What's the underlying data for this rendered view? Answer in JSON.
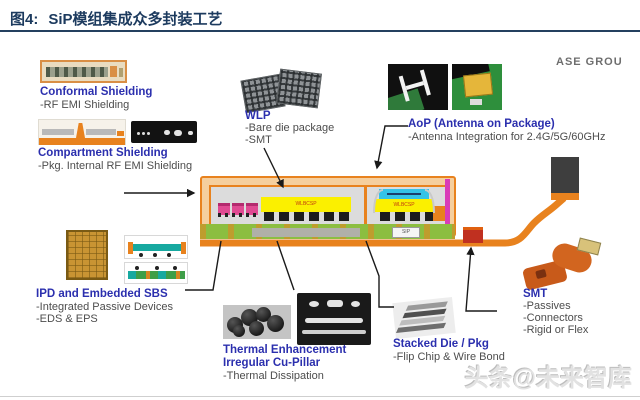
{
  "header": {
    "prefix": "图4:",
    "title": "SiP模组集成众多封装工艺"
  },
  "brand": "ASE GROU",
  "watermark": "头条@未来智库",
  "labels": {
    "conformal": {
      "title": "Conformal Shielding",
      "lines": [
        "-RF EMI Shielding"
      ]
    },
    "compartment": {
      "title": "Compartment Shielding",
      "lines": [
        "-Pkg. Internal RF EMI Shielding"
      ]
    },
    "wlp": {
      "title": "WLP",
      "lines": [
        "-Bare die package",
        "-SMT"
      ]
    },
    "aop": {
      "title": "AoP (Antenna on Package)",
      "lines": [
        "-Antenna Integration for 2.4G/5G/60GHz"
      ]
    },
    "ipd": {
      "title": "IPD and Embedded SBS",
      "lines": [
        "-Integrated Passive Devices",
        "-EDS & EPS"
      ]
    },
    "thermal": {
      "titles": [
        "Thermal Enhancement",
        "Irregular Cu-Pillar"
      ],
      "lines": [
        "-Thermal Dissipation"
      ]
    },
    "stacked": {
      "title": "Stacked Die / Pkg",
      "lines": [
        "-Flip Chip & Wire Bond"
      ]
    },
    "smt": {
      "title": "SMT",
      "lines": [
        "-Passives",
        "-Connectors",
        "-Rigid or Flex"
      ]
    }
  },
  "module": {
    "left_die": "WLBCSP",
    "right_die": "WLBCSP",
    "board_tag": "SIP"
  },
  "colors": {
    "title_navy": "#1c3a5e",
    "label_blue": "#2b2fae",
    "shield_orange": "#e8821e",
    "substrate_green": "#8cbe40",
    "die_yellow": "#fbf000",
    "stack_cyan": "#35c3e8",
    "passive_pink": "#e04a92",
    "antenna_magenta": "#d93cb8"
  }
}
